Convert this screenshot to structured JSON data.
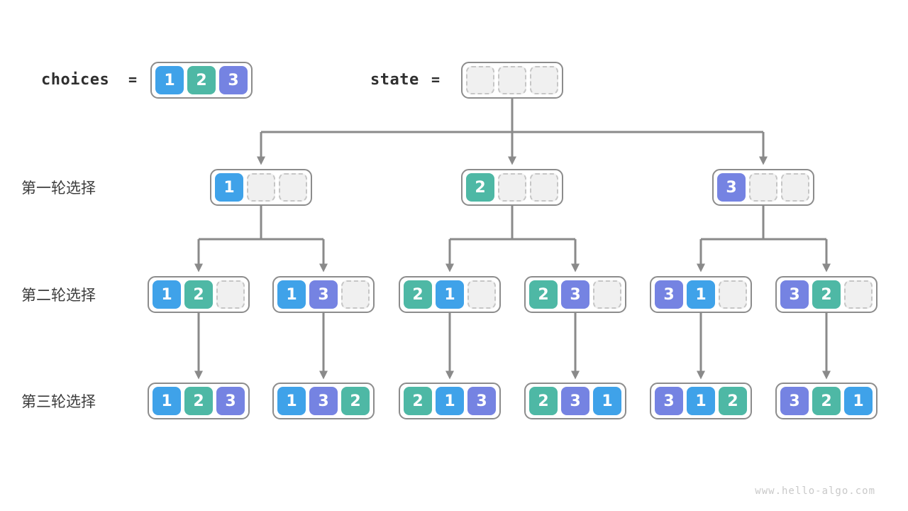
{
  "page": {
    "watermark": "www.hello-algo.com"
  },
  "colors": {
    "value_1": "#3fa2e9",
    "value_2": "#4eb8a5",
    "value_3": "#7583e2",
    "arrow": "#8a8a8a",
    "node_border": "#8c8c8c",
    "empty_fill": "#f0f0f0",
    "empty_border": "#c6c6c6"
  },
  "header": {
    "choices_label": "choices",
    "eq": "=",
    "choices_cells": [
      1,
      2,
      3
    ],
    "state_label": "state",
    "state_cells": [
      null,
      null,
      null
    ]
  },
  "rows": [
    {
      "label": "第一轮选择",
      "nodes": [
        {
          "cells": [
            1,
            null,
            null
          ]
        },
        {
          "cells": [
            2,
            null,
            null
          ]
        },
        {
          "cells": [
            3,
            null,
            null
          ]
        }
      ]
    },
    {
      "label": "第二轮选择",
      "nodes": [
        {
          "cells": [
            1,
            2,
            null
          ]
        },
        {
          "cells": [
            1,
            3,
            null
          ]
        },
        {
          "cells": [
            2,
            1,
            null
          ]
        },
        {
          "cells": [
            2,
            3,
            null
          ]
        },
        {
          "cells": [
            3,
            1,
            null
          ]
        },
        {
          "cells": [
            3,
            2,
            null
          ]
        }
      ]
    },
    {
      "label": "第三轮选择",
      "nodes": [
        {
          "cells": [
            1,
            2,
            3
          ]
        },
        {
          "cells": [
            1,
            3,
            2
          ]
        },
        {
          "cells": [
            2,
            1,
            3
          ]
        },
        {
          "cells": [
            2,
            3,
            1
          ]
        },
        {
          "cells": [
            3,
            1,
            2
          ]
        },
        {
          "cells": [
            3,
            2,
            1
          ]
        }
      ]
    }
  ]
}
